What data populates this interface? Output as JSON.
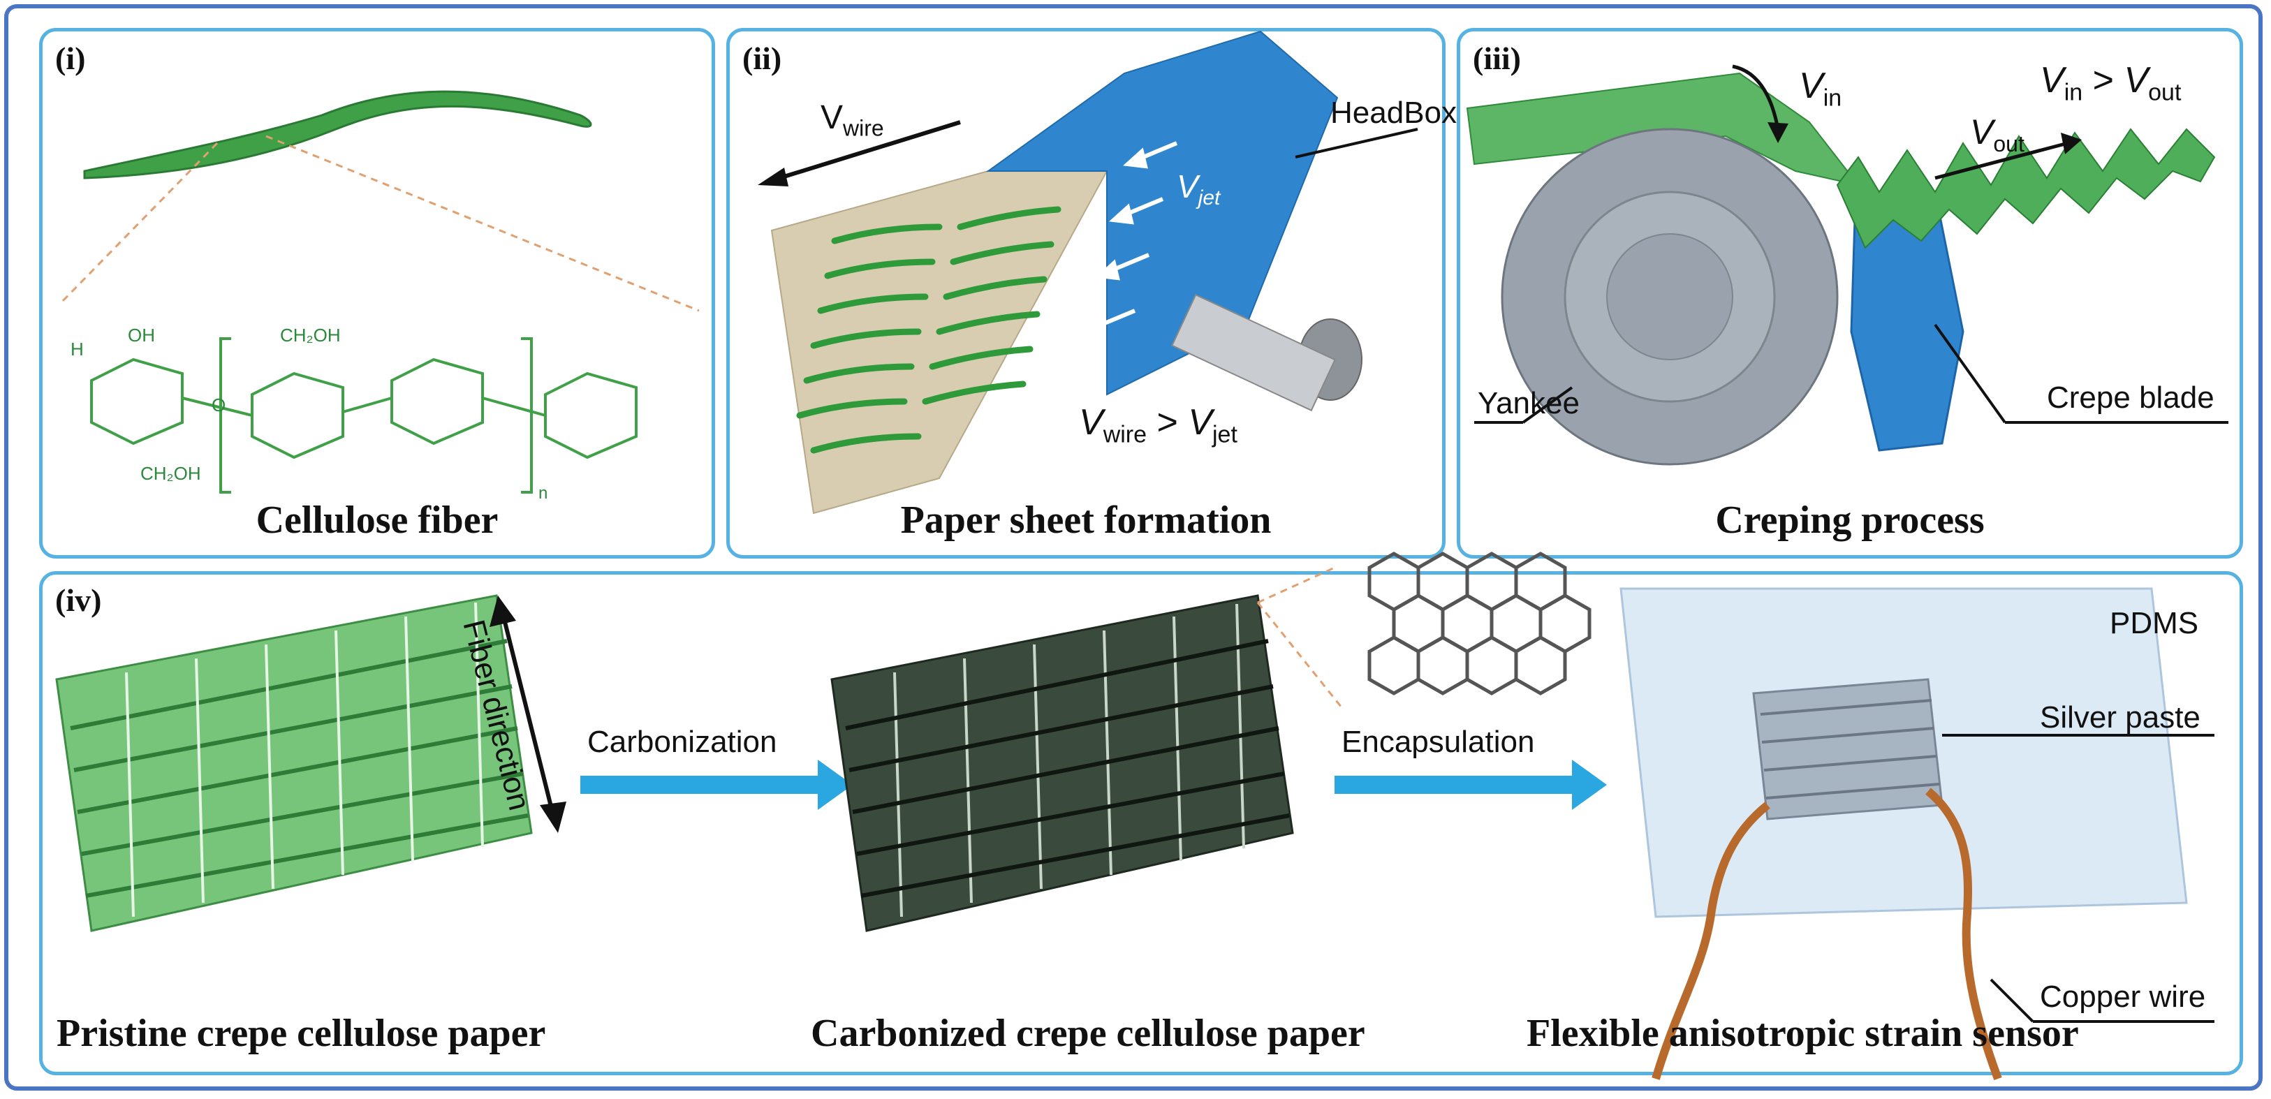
{
  "panels": {
    "p1": {
      "tag": "(i)",
      "caption": "Cellulose fiber",
      "chem": {
        "oh": "OH",
        "h": "H",
        "o": "O",
        "ch2oh": "CH₂OH",
        "n": "n"
      }
    },
    "p2": {
      "tag": "(ii)",
      "caption": "Paper sheet formation",
      "headbox": "HeadBox",
      "vwire": {
        "v": "V",
        "sub": "wire"
      },
      "vjet": {
        "v": "V",
        "sub": "jet"
      },
      "ineq": {
        "v1": "V",
        "s1": "wire",
        "gt": ">",
        "v2": "V",
        "s2": "jet"
      }
    },
    "p3": {
      "tag": "(iii)",
      "caption": "Creping process",
      "yankee": "Yankee",
      "blade": "Crepe blade",
      "vin": {
        "v": "V",
        "sub": "in"
      },
      "vout": {
        "v": "V",
        "sub": "out"
      },
      "ineq": {
        "v1": "V",
        "s1": "in",
        "gt": ">",
        "v2": "V",
        "s2": "out"
      }
    },
    "p4": {
      "tag": "(iv)",
      "fiber_direction": "Fiber direction",
      "carbonization": "Carbonization",
      "encapsulation": "Encapsulation",
      "pdms": "PDMS",
      "silver": "Silver paste",
      "copper": "Copper wire",
      "cap1": "Pristine crepe cellulose paper",
      "cap2": "Carbonized crepe cellulose paper",
      "cap3": "Flexible anisotropic strain sensor"
    }
  },
  "colors": {
    "frame": "#4a74c4",
    "panel_border": "#56b2e2",
    "fiber_green": "#3fa048",
    "blue": "#2f86cf",
    "arrow_blue": "#2aa7e0",
    "paper_beige": "#d8cdb0"
  },
  "icons": {
    "fiber": "green-fiber-strand",
    "roller": "grey-roller-icon",
    "blade": "blue-crepe-blade-icon",
    "graphene": "hexagonal-lattice-icon"
  }
}
